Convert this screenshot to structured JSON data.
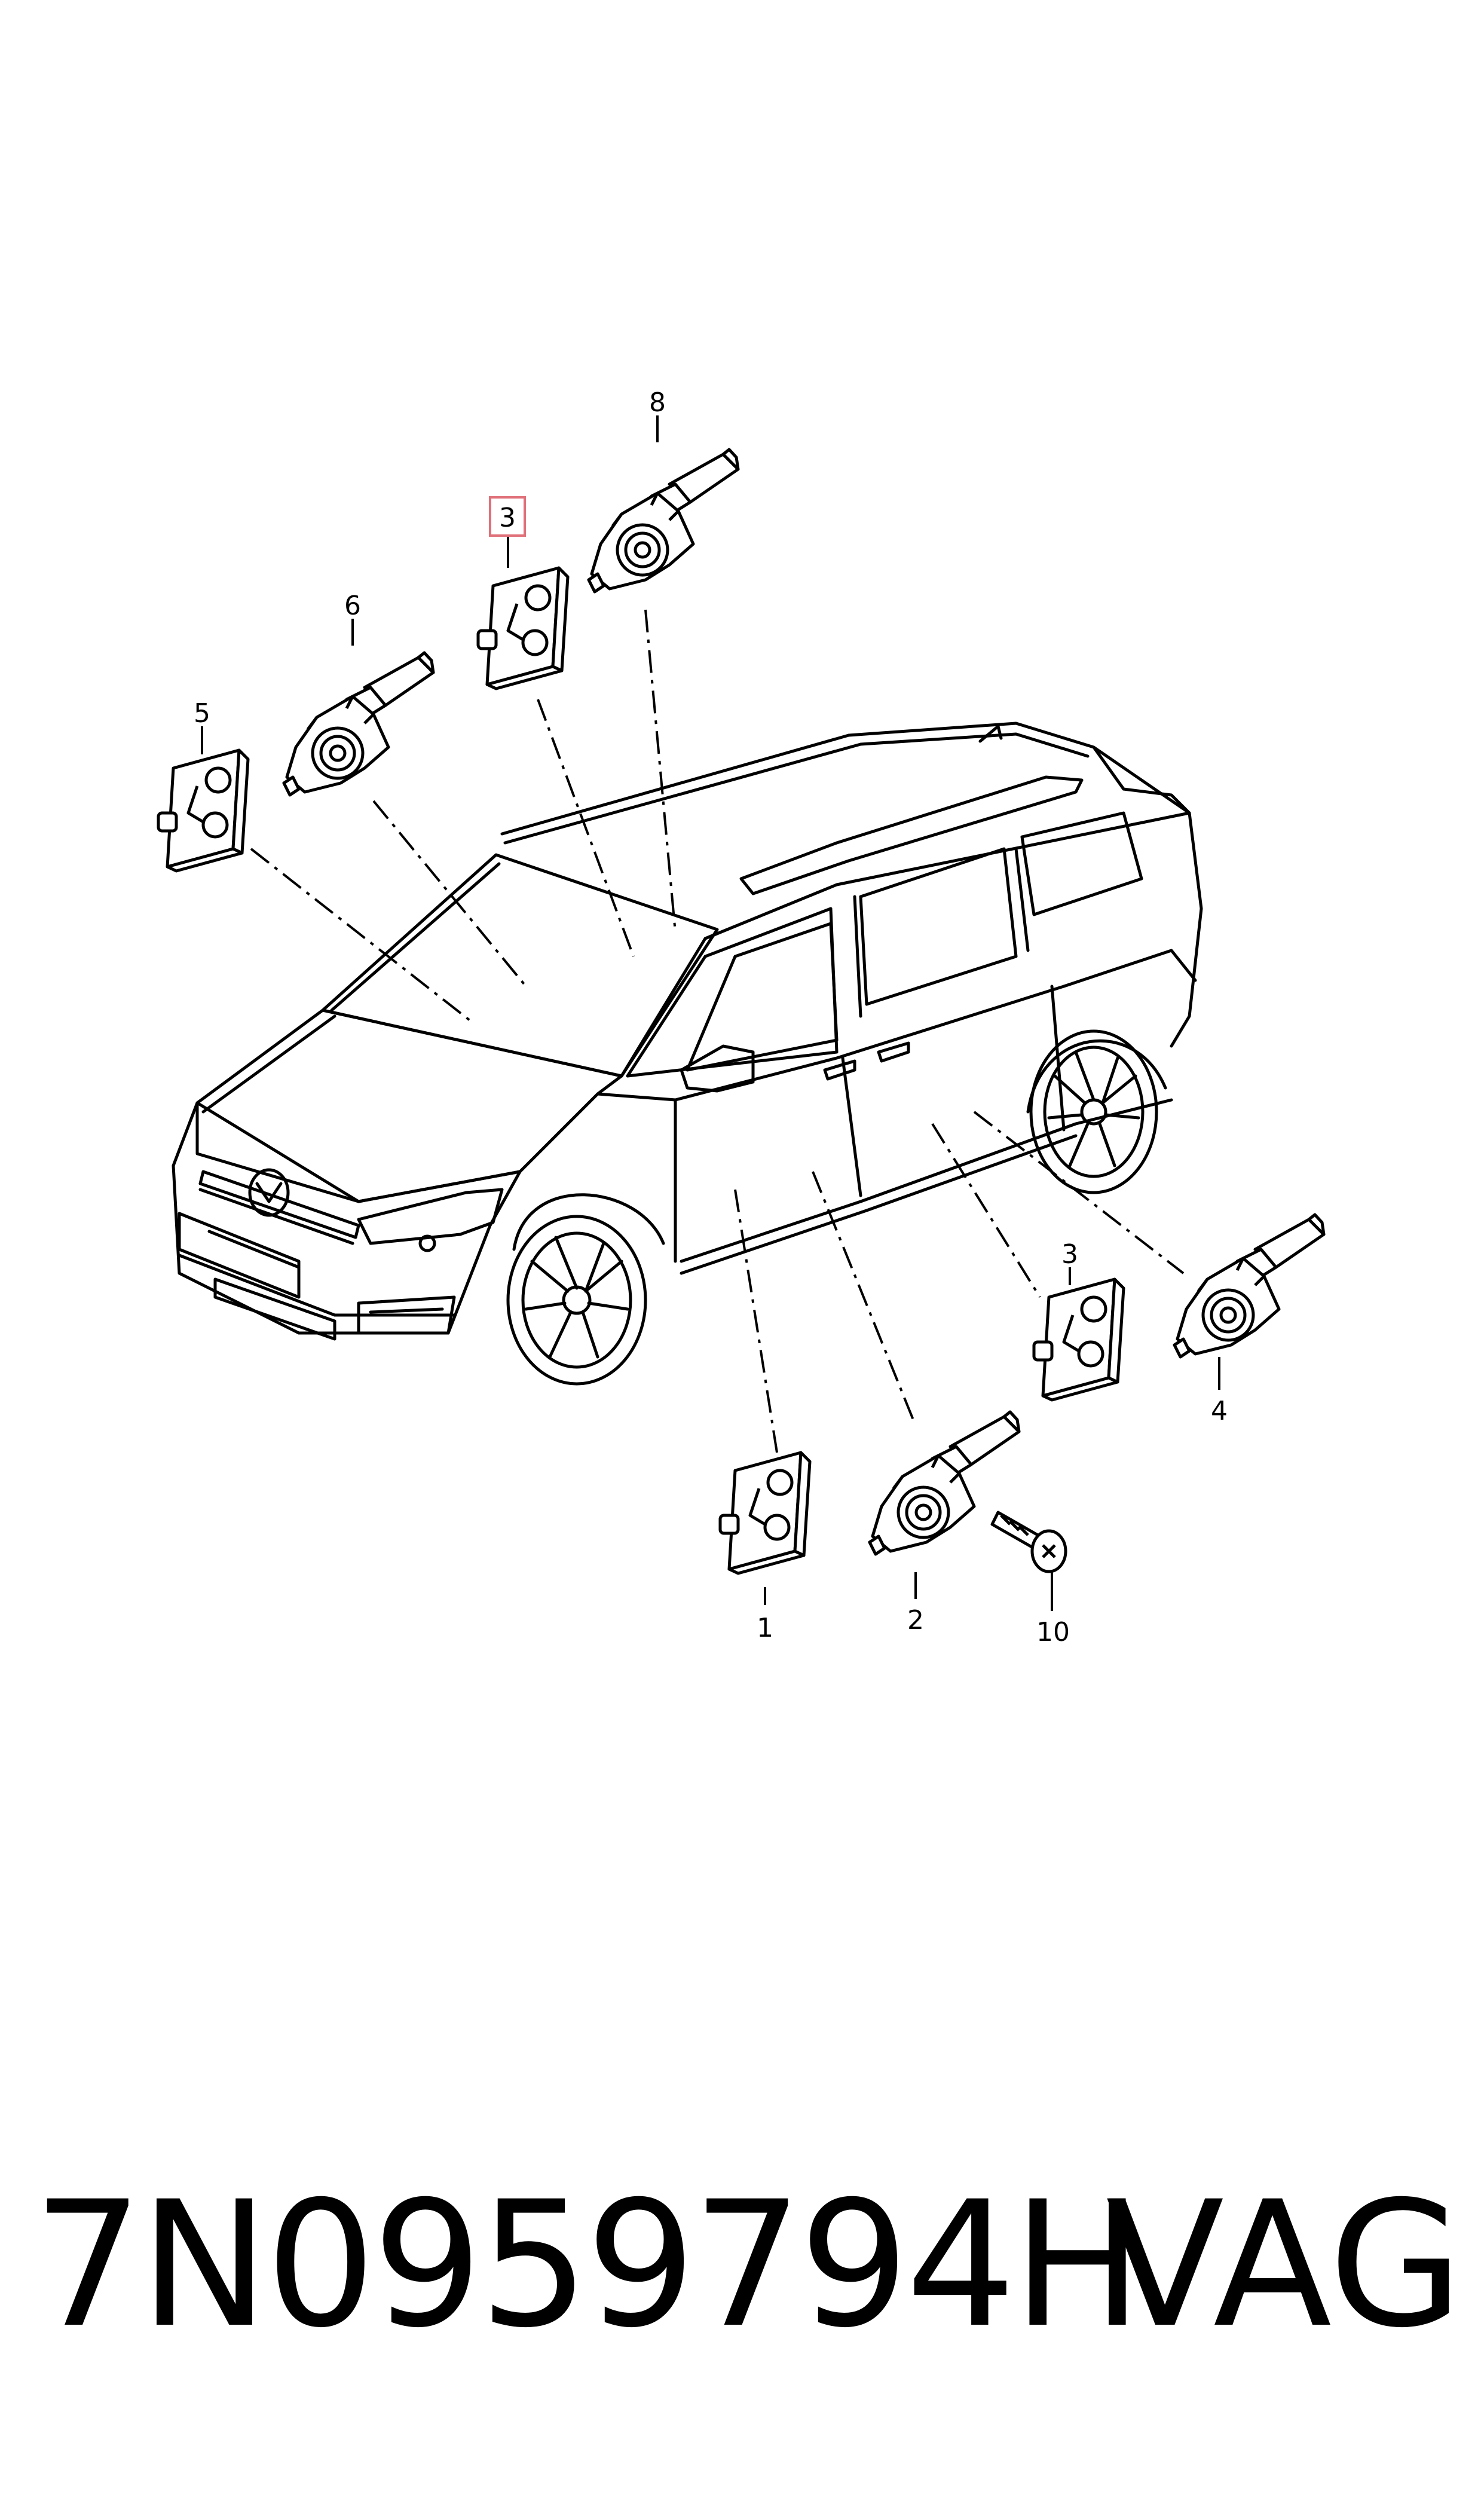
{
  "diagram": {
    "callouts": [
      {
        "id": "c8",
        "label": "8"
      },
      {
        "id": "c3-top",
        "label": "3",
        "highlighted": true
      },
      {
        "id": "c6",
        "label": "6"
      },
      {
        "id": "c5",
        "label": "5"
      },
      {
        "id": "c3-right",
        "label": "3"
      },
      {
        "id": "c4",
        "label": "4"
      },
      {
        "id": "c1",
        "label": "1"
      },
      {
        "id": "c2",
        "label": "2"
      },
      {
        "id": "c10",
        "label": "10"
      }
    ],
    "highlight_color": "#e0707a"
  },
  "footer": {
    "part_number": "7N0959794H",
    "brand": "VAG"
  }
}
